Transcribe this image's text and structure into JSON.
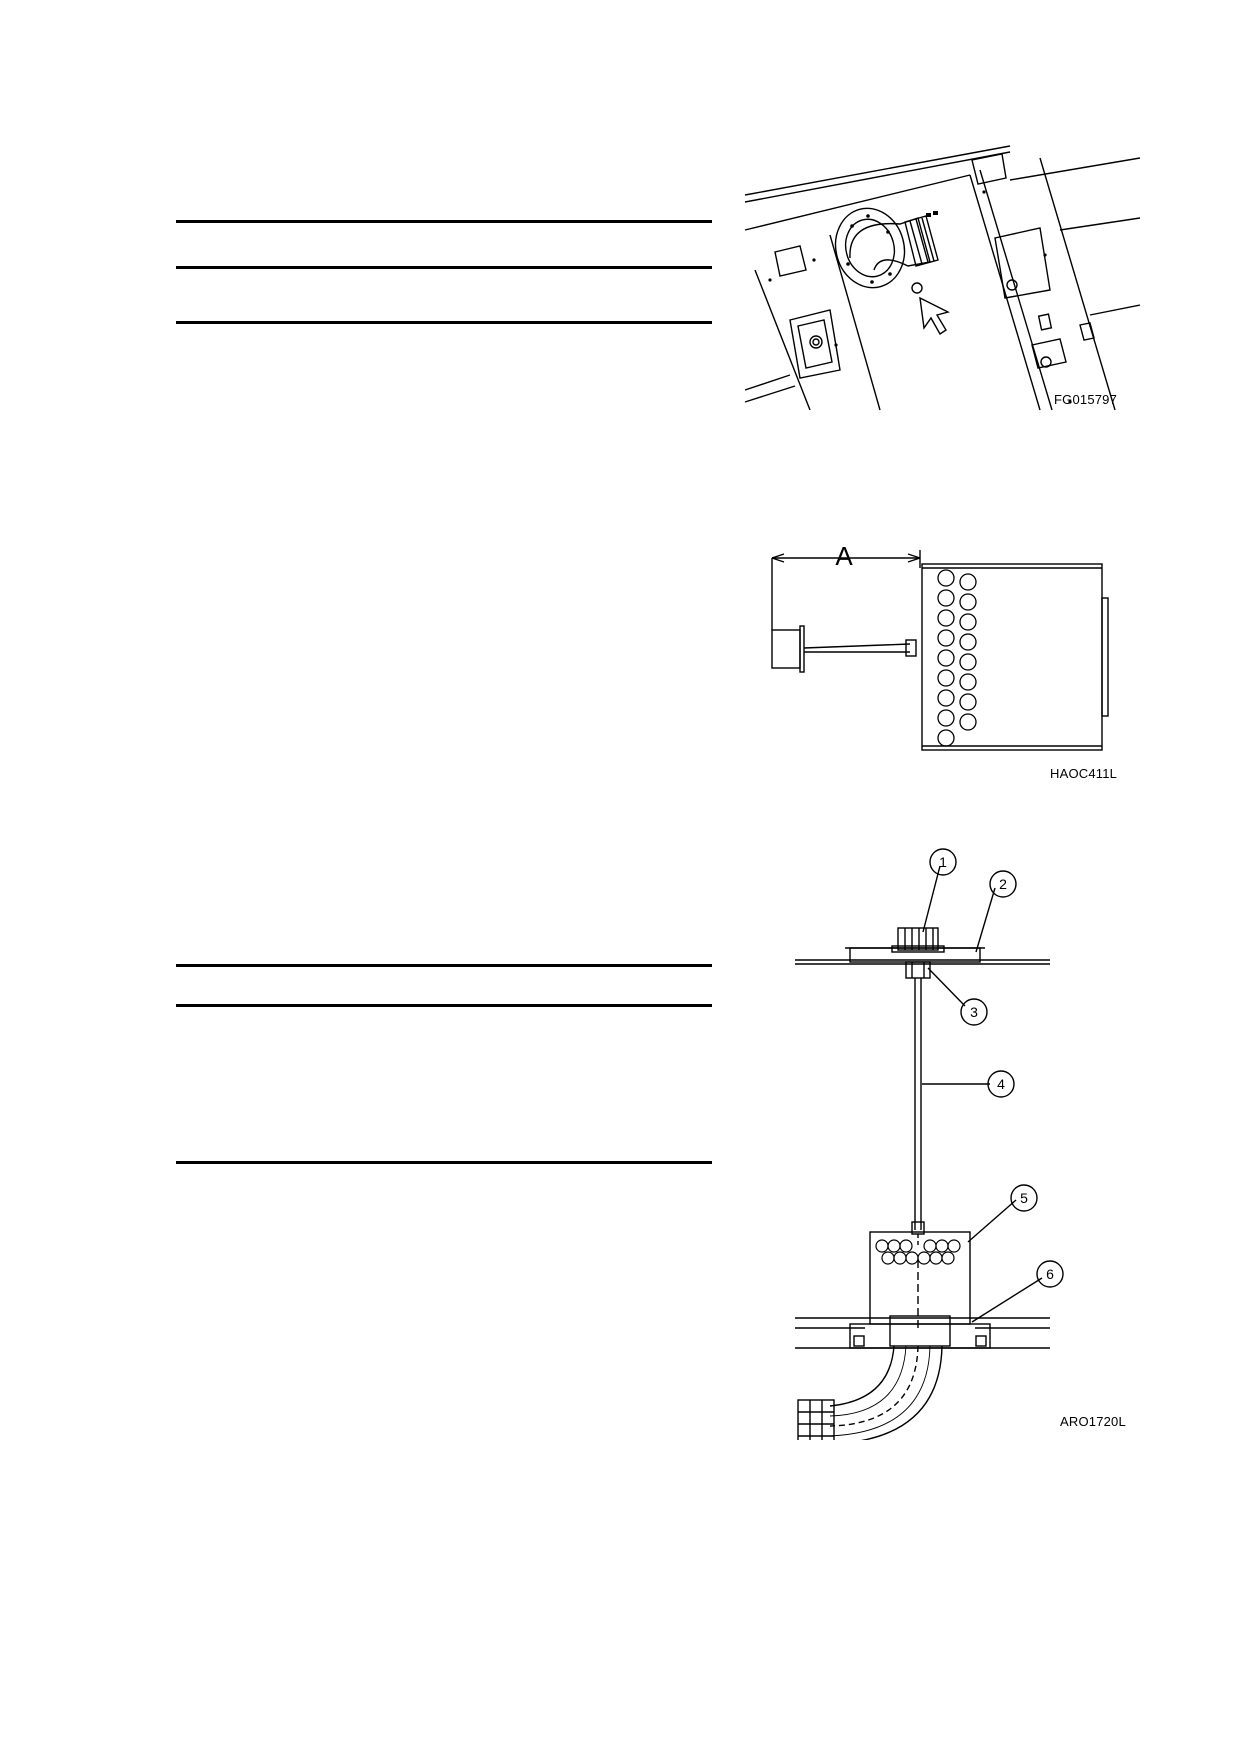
{
  "figures": [
    {
      "code": "FG015797"
    },
    {
      "code": "HAOC411L",
      "dimension_label": "A"
    },
    {
      "code": "ARO1720L",
      "callouts": [
        "1",
        "2",
        "3",
        "4",
        "5",
        "6"
      ]
    }
  ]
}
